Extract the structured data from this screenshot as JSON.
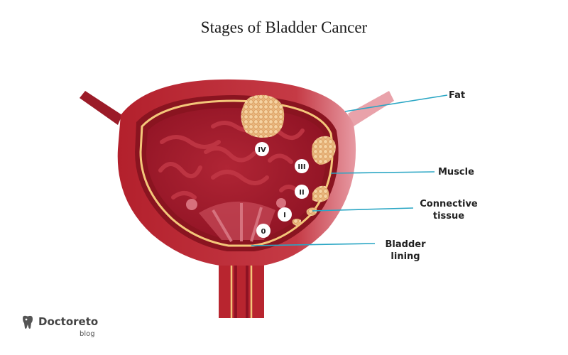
{
  "title": "Stages of Bladder Cancer",
  "labels": {
    "fat": "Fat",
    "muscle": "Muscle",
    "connective_tissue": "Connective tissue",
    "bladder_lining": "Bladder lining"
  },
  "stages": [
    "0",
    "I",
    "II",
    "III",
    "IV"
  ],
  "logo": {
    "name": "Doctoreto",
    "sub": "blog"
  },
  "colors": {
    "outer_wall": "#b8252f",
    "inner_cavity": "#a8182a",
    "lining_line": "#f4c77a",
    "tumor": "#f0c28a",
    "leader_line": "#2aa6c4"
  }
}
